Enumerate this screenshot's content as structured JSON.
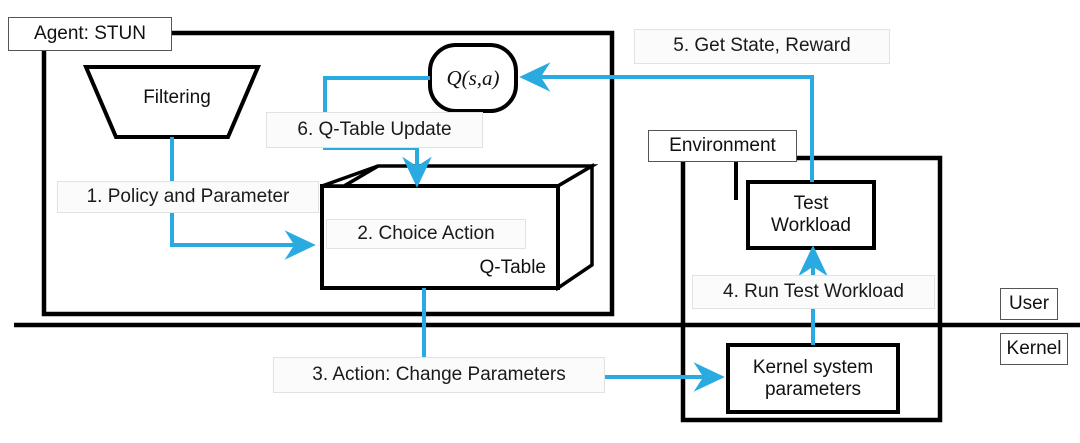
{
  "diagram": {
    "title_region": "STUN agent reinforcement-learning loop",
    "accent_color": "#29ABE2",
    "line_color": "#000000",
    "boundaries": [
      {
        "name": "agent",
        "label": "Agent: STUN"
      },
      {
        "name": "environment",
        "label": "Environment"
      }
    ],
    "space_labels": [
      {
        "name": "user",
        "label": "User"
      },
      {
        "name": "kernel",
        "label": "Kernel"
      }
    ],
    "nodes": [
      {
        "name": "filtering",
        "label": "Filtering",
        "shape": "trapezoid"
      },
      {
        "name": "q-function",
        "label": "Q(s,a)",
        "shape": "rounded-rect"
      },
      {
        "name": "q-table",
        "label": "2. Choice Action",
        "sublabel": "Q-Table",
        "shape": "cube"
      },
      {
        "name": "test-workload",
        "label": "Test\nWorkload",
        "shape": "rect"
      },
      {
        "name": "kernel-system-parameters",
        "label": "Kernel system\nparameters",
        "shape": "rect"
      }
    ],
    "edge_labels": [
      {
        "name": "step-1",
        "label": "1. Policy and Parameter"
      },
      {
        "name": "step-3",
        "label": "3. Action: Change Parameters"
      },
      {
        "name": "step-4",
        "label": "4. Run Test Workload"
      },
      {
        "name": "step-5",
        "label": "5. Get State, Reward"
      },
      {
        "name": "step-6",
        "label": "6. Q-Table Update"
      }
    ]
  }
}
